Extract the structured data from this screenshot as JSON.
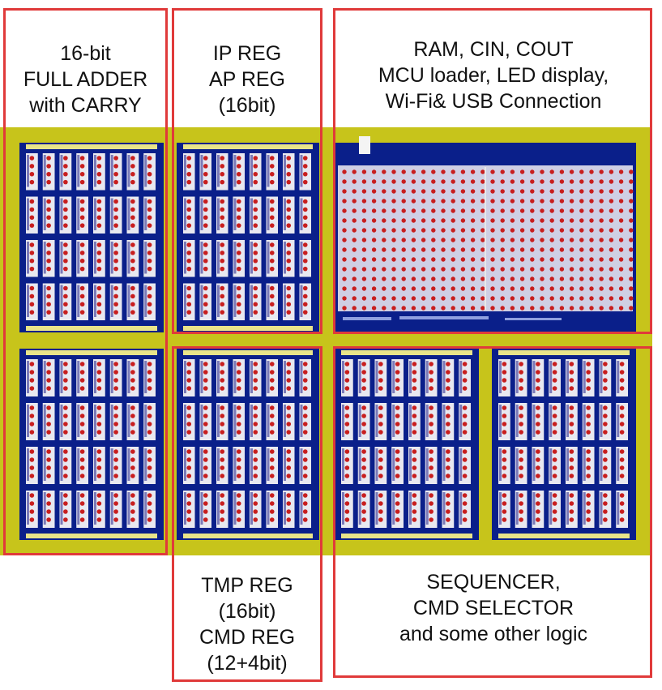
{
  "labels": {
    "adder": [
      "16-bit",
      "FULL ADDER",
      "with CARRY"
    ],
    "ip_ap": [
      "IP REG",
      "AP REG",
      "(16bit)"
    ],
    "ram": [
      "RAM, CIN, COUT",
      "MCU loader, LED display,",
      "Wi-Fi& USB Connection"
    ],
    "tmp_cmd": [
      "TMP REG",
      "(16bit)",
      "CMD REG",
      "(12+4bit)"
    ],
    "sequencer": [
      "SEQUENCER,",
      "CMD SELECTOR",
      "and  some other logic"
    ]
  },
  "colors": {
    "outline": "#e03a3a",
    "background_panel": "#c7c41b",
    "board": "#0a1f8a",
    "led": "#c81e1e",
    "module": "#e8e8f0"
  },
  "icons": [
    "circuit-board",
    "led-matrix"
  ]
}
